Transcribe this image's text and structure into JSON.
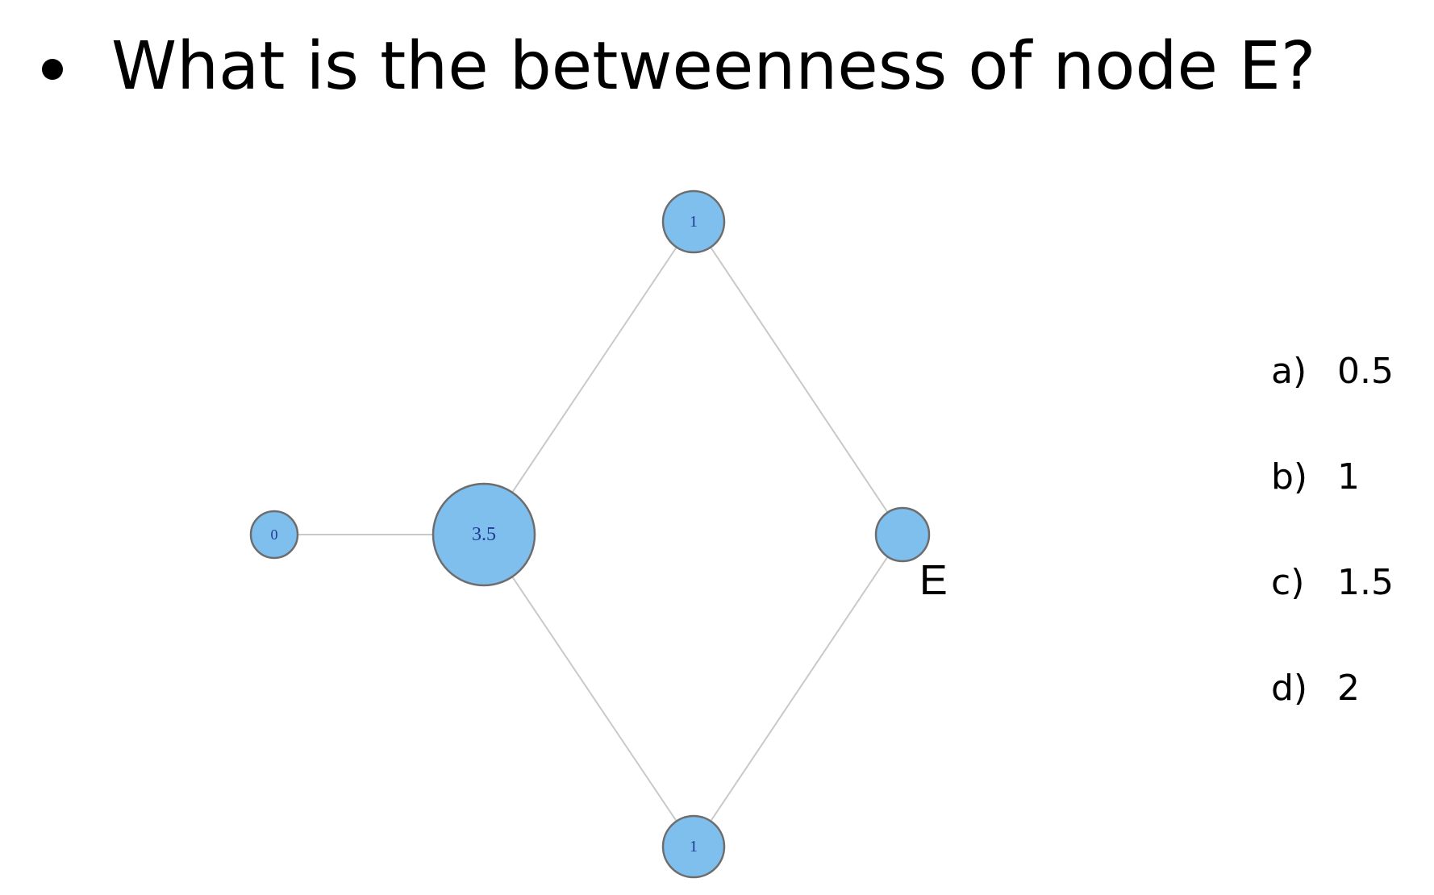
{
  "question": {
    "text": "What is the betweenness of node E?"
  },
  "graph": {
    "nodes": [
      {
        "id": "left",
        "value": "0"
      },
      {
        "id": "hub",
        "value": "3.5"
      },
      {
        "id": "top",
        "value": "1"
      },
      {
        "id": "bottom",
        "value": "1"
      },
      {
        "id": "E",
        "value": ""
      }
    ],
    "edges": [
      {
        "from": "left",
        "to": "hub"
      },
      {
        "from": "hub",
        "to": "top"
      },
      {
        "from": "hub",
        "to": "bottom"
      },
      {
        "from": "top",
        "to": "E"
      },
      {
        "from": "bottom",
        "to": "E"
      }
    ],
    "node_e_label": "E",
    "colors": {
      "node_fill": "#7fbfee",
      "node_stroke": "#6d6d6d",
      "edge": "#c9c9c9",
      "node_text": "#1f3a8f"
    }
  },
  "options": [
    {
      "letter": "a)",
      "value": "0.5"
    },
    {
      "letter": "b)",
      "value": "1"
    },
    {
      "letter": "c)",
      "value": "1.5"
    },
    {
      "letter": "d)",
      "value": "2"
    }
  ]
}
